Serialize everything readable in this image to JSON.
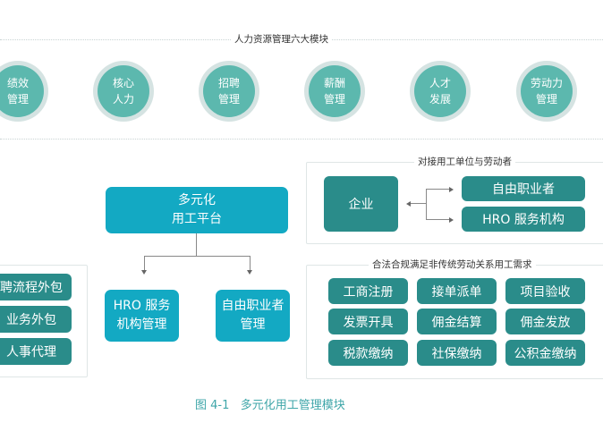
{
  "top_title": "人力资源管理六大模块",
  "modules": [
    {
      "line1": "绩效",
      "line2": "管理"
    },
    {
      "line1": "核心",
      "line2": "人力"
    },
    {
      "line1": "招聘",
      "line2": "管理"
    },
    {
      "line1": "薪酬",
      "line2": "管理"
    },
    {
      "line1": "人才",
      "line2": "发展"
    },
    {
      "line1": "劳动力",
      "line2": "管理"
    }
  ],
  "left_panel": {
    "items": [
      "聘流程外包",
      "业务外包",
      "人事代理"
    ]
  },
  "platform": {
    "line1": "多元化",
    "line2": "用工平台"
  },
  "children": [
    {
      "line1": "HRO 服务",
      "line2": "机构管理"
    },
    {
      "line1": "自由职业者",
      "line2": "管理"
    }
  ],
  "docking_panel": {
    "title": "对接用工单位与劳动者",
    "enterprise": "企业",
    "targets": [
      "自由职业者",
      "HRO 服务机构"
    ]
  },
  "compliance_panel": {
    "title": "合法合规满足非传统劳动关系用工需求",
    "items": [
      "工商注册",
      "接单派单",
      "项目验收",
      "发票开具",
      "佣金结算",
      "佣金发放",
      "税款缴纳",
      "社保缴纳",
      "公积金缴纳"
    ]
  },
  "caption": "图 4-1   多元化用工管理模块",
  "colors": {
    "teal_circle": "#5cb8ae",
    "cyan_box": "#13a9c3",
    "teal_box": "#2a8c8a",
    "caption": "#3fa6a9"
  }
}
